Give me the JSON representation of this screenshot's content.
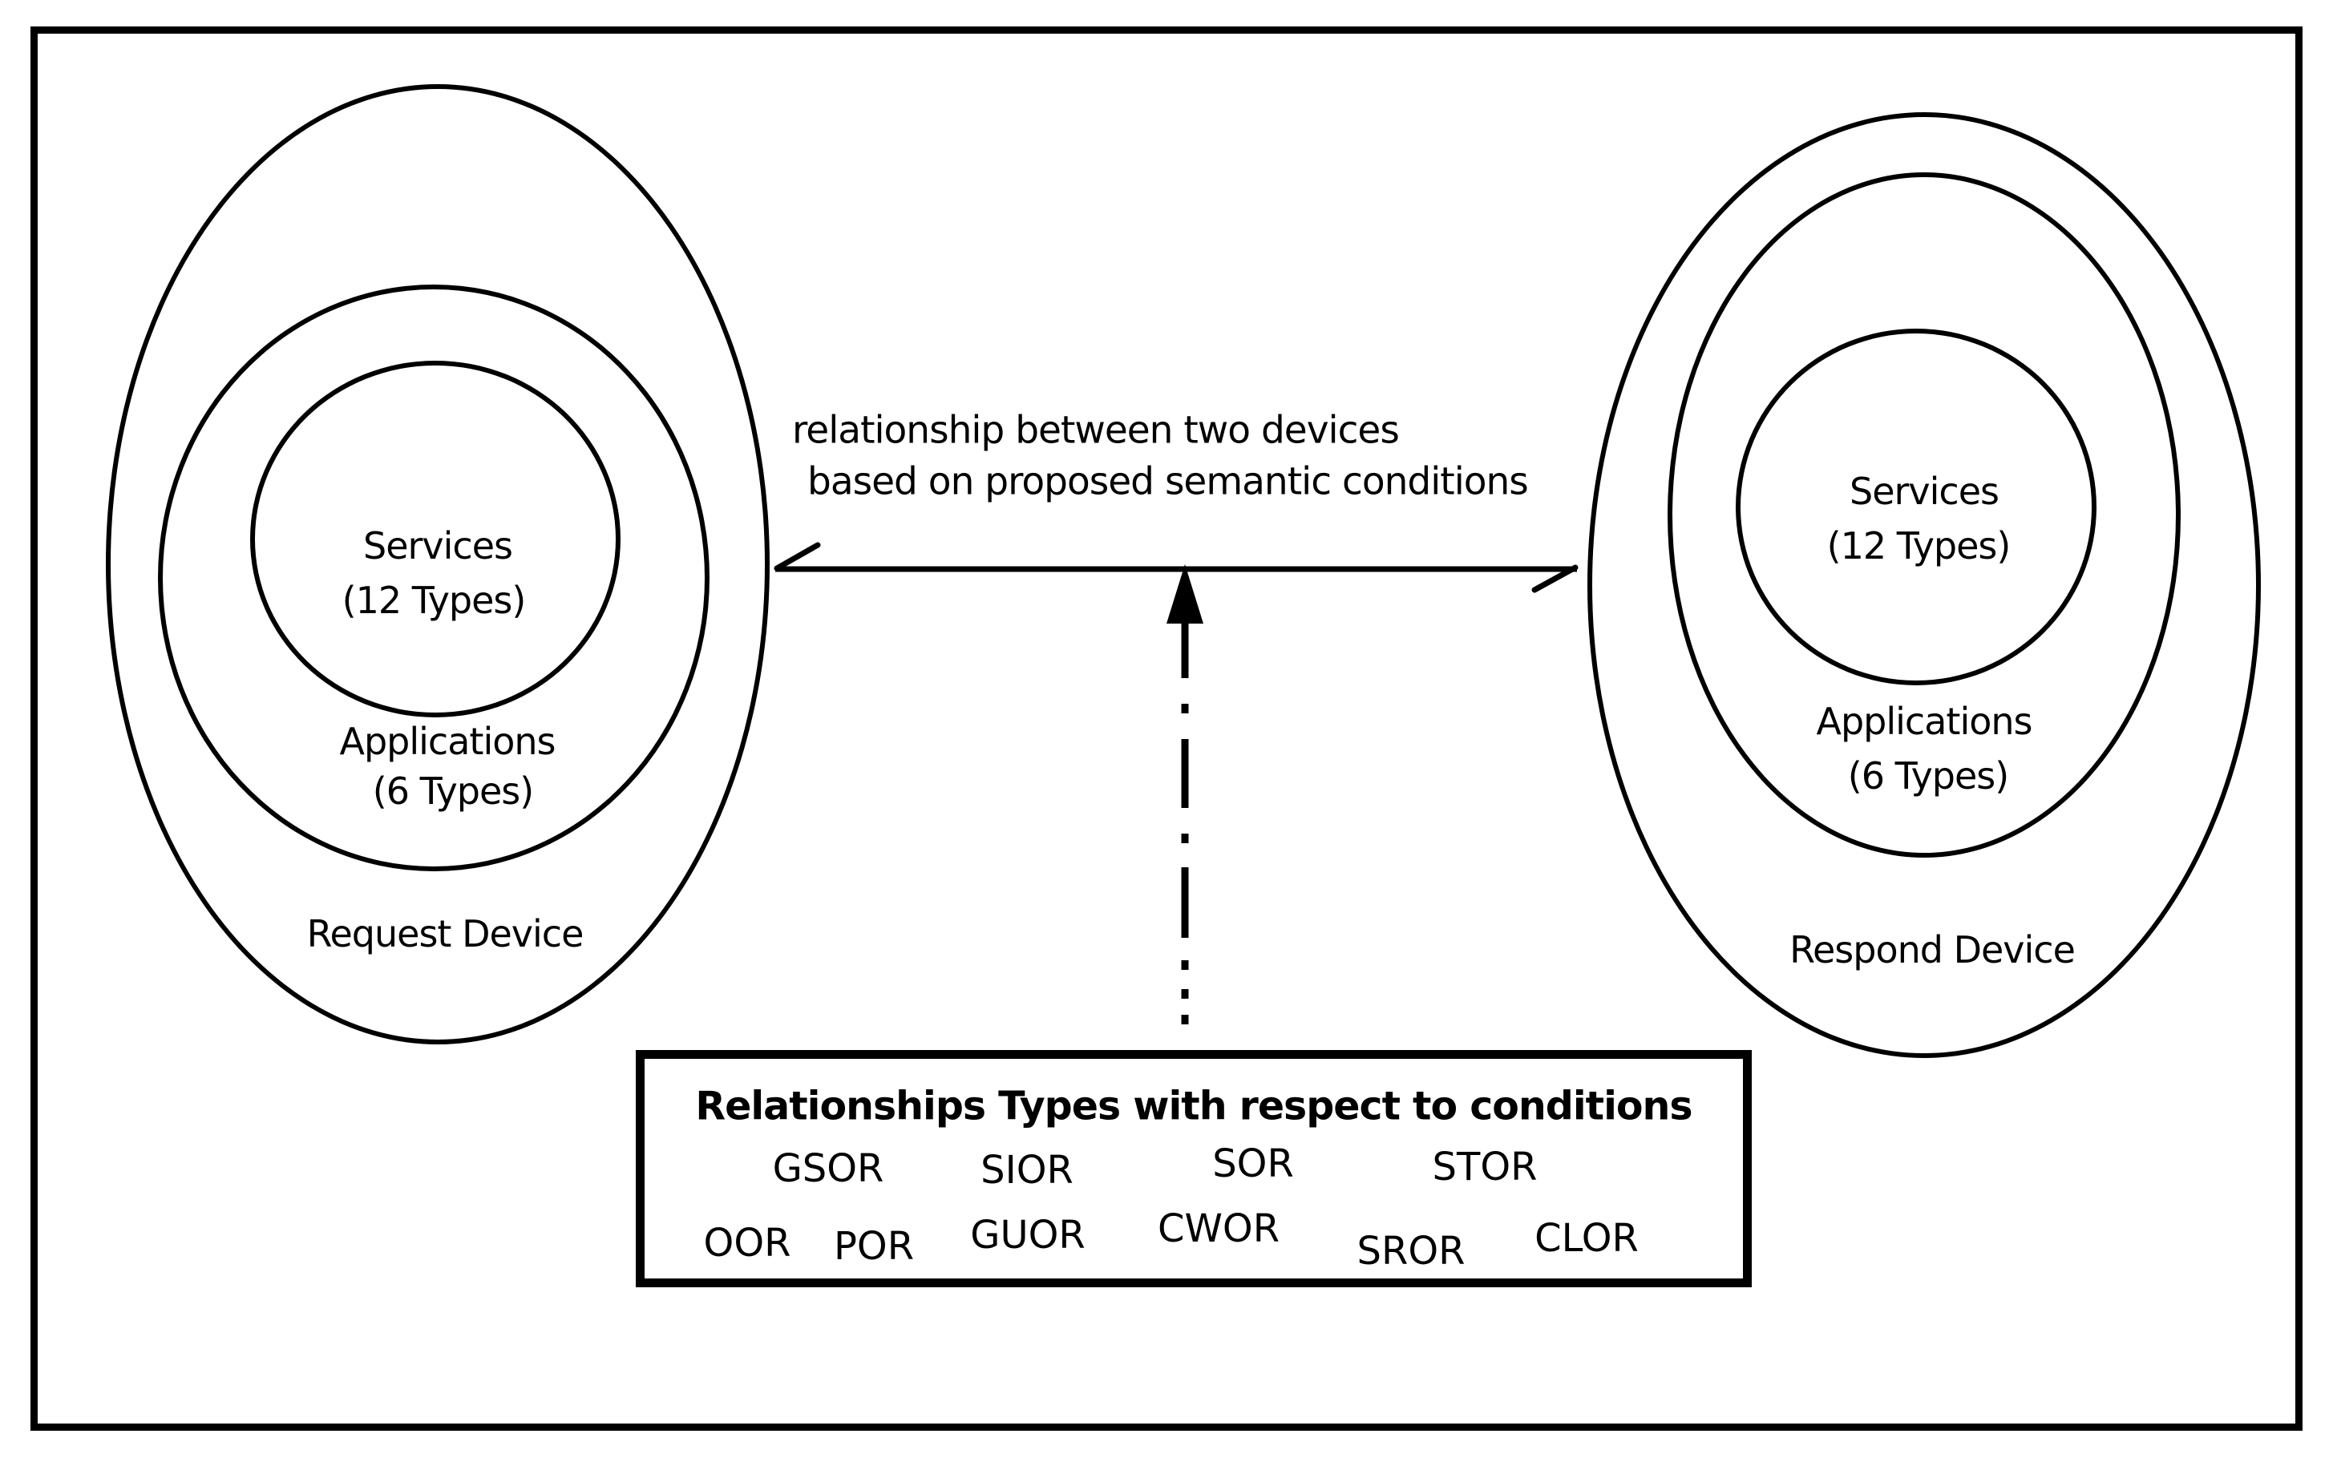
{
  "diagram": {
    "left_device": {
      "services_line1": "Services",
      "services_line2": "(12 Types)",
      "applications_line1": "Applications",
      "applications_line2": "(6 Types)",
      "device_label": "Request Device"
    },
    "right_device": {
      "services_line1": "Services",
      "services_line2": "(12 Types)",
      "applications_line1": "Applications",
      "applications_line2": "(6 Types)",
      "device_label": "Respond Device"
    },
    "arrow_annotation": {
      "line1": "relationship between two devices",
      "line2": "based on proposed semantic conditions"
    },
    "relationships_box": {
      "title": "Relationships Types with respect to conditions",
      "row1": [
        "GSOR",
        "SIOR",
        "SOR",
        "STOR"
      ],
      "row2": [
        "OOR",
        "POR",
        "GUOR",
        "CWOR",
        "SROR",
        "CLOR"
      ]
    },
    "colors": {
      "line": "#000000",
      "background": "#ffffff",
      "text": "#000000"
    }
  }
}
